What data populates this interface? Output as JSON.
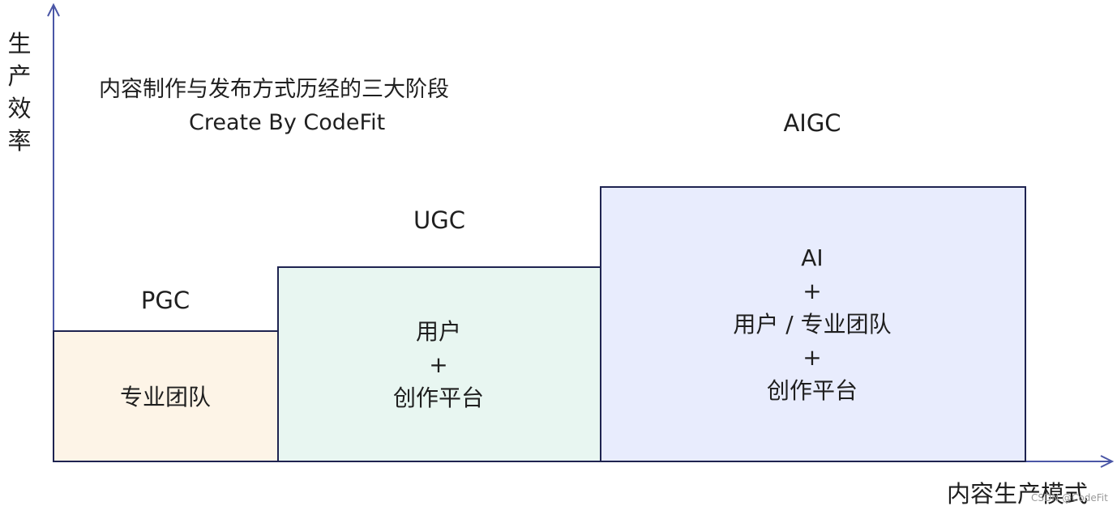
{
  "axes": {
    "y_label_chars": [
      "生",
      "产",
      "效",
      "率"
    ],
    "x_label": "内容生产模式",
    "color": "#4a56a6"
  },
  "title": {
    "line1": "内容制作与发布方式历经的三大阶段",
    "line2": "Create By CodeFit"
  },
  "stages": [
    {
      "name": "PGC",
      "lines": [
        "专业团队"
      ],
      "color": "#fdf4e7"
    },
    {
      "name": "UGC",
      "lines": [
        "用户",
        "+",
        "创作平台"
      ],
      "color": "#e8f6f1"
    },
    {
      "name": "AIGC",
      "lines": [
        "AI",
        "+",
        "用户 / 专业团队",
        "+",
        "创作平台"
      ],
      "color": "#e8ecfd"
    }
  ],
  "watermark": "CSDN @CodeFit"
}
